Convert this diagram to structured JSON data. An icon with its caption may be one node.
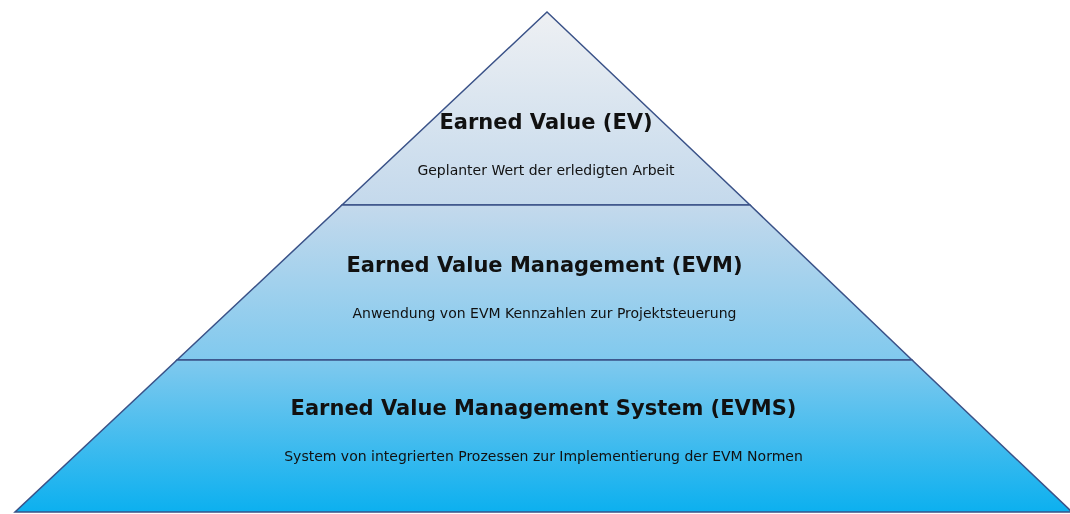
{
  "diagram": {
    "nodes": [
      {
        "text": [
          "Earned Value (EV)",
          "Geplanter Wert der erledigten Arbeit"
        ]
      },
      {
        "text": [
          "Earned Value Management (EVM)",
          "Anwendung von EVM Kennzahlen zur Projektsteuerung"
        ]
      },
      {
        "text": [
          "Earned Value Management System (EVMS)",
          "System von integrierten Prozessen zur Implementierung der EVM Normen"
        ]
      }
    ]
  }
}
